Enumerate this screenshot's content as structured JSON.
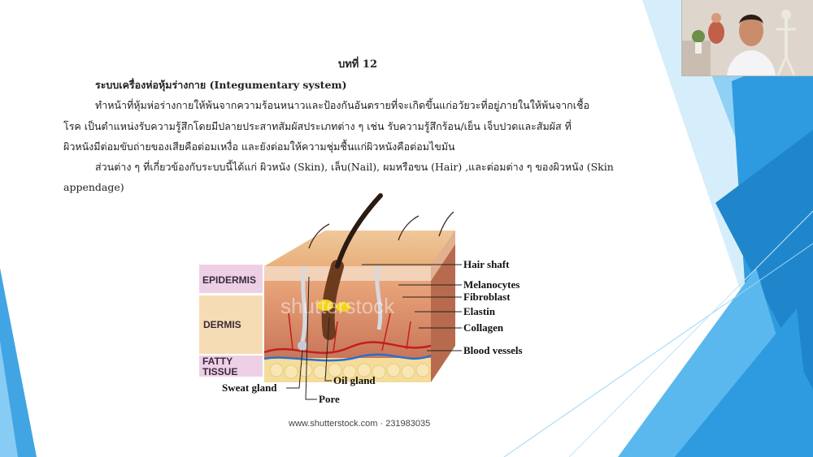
{
  "slide": {
    "chapter_title": "บทที่ 12",
    "section_heading": "ระบบเครื่องห่อหุ้มร่างกาย (Integumentary system)",
    "paragraph1": [
      "ทำหน้าที่หุ้มห่อร่างกายให้พ้นจากความร้อนหนาวและป้องกันอันตรายที่จะเกิดขึ้นแก่อวัยวะที่อยู่ภายในให้พ้นจากเชื้อ",
      "โรค เป็นตำแหน่งรับความรู้สึกโดยมีปลายประสาทสัมผัสประเภทต่าง ๆ เช่น รับความรู้สึกร้อน/เย็น เจ็บปวดและสัมผัส ที่",
      "ผิวหนังมีต่อมขับถ่ายของเสียคือต่อมเหงื่อ และยังต่อมให้ความชุ่มชื้นแก่ผิวหนังคือต่อมไขมัน"
    ],
    "paragraph2": [
      "ส่วนต่าง ๆ ที่เกี่ยวข้องกับระบบนี้ได้แก่ ผิวหนัง (Skin), เล็บ(Nail), ผมหรือขน (Hair) ,และต่อมต่าง ๆ ของผิวหนัง (Skin",
      "appendage)"
    ]
  },
  "diagram": {
    "layers": {
      "epidermis": "EPIDERMIS",
      "dermis": "DERMIS",
      "fatty_line1": "FATTY",
      "fatty_line2": "TISSUE"
    },
    "parts": {
      "hair_shaft": "Hair shaft",
      "melanocytes": "Melanocytes",
      "fibroblast": "Fibroblast",
      "elastin": "Elastin",
      "collagen": "Collagen",
      "blood_vessels": "Blood vessels",
      "oil_gland": "Oil gland",
      "sweat_gland": "Sweat gland",
      "pore": "Pore"
    },
    "watermark": "shutterstock",
    "credit": "www.shutterstock.com · 231983035"
  },
  "colors": {
    "accent_blue": "#2e9be0",
    "light_blue": "#8fd0f5",
    "epidermis_label_bg": "#eed0e6",
    "dermis_label_bg": "#f6dcb4"
  },
  "icons": {
    "webcam": "presenter-webcam-thumbnail"
  }
}
